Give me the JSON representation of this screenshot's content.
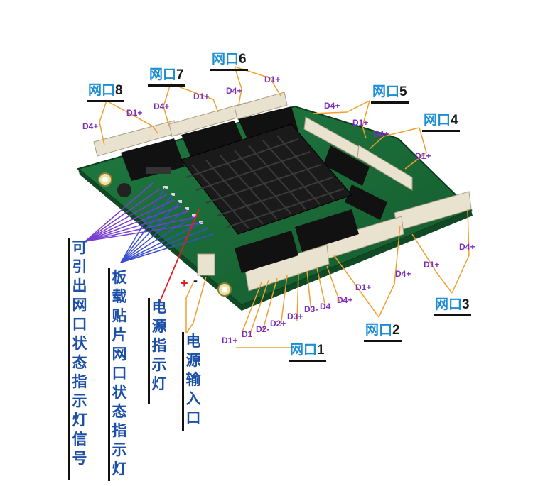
{
  "ports": [
    {
      "id": "p8",
      "text": "网口8"
    },
    {
      "id": "p7",
      "text": "网口7"
    },
    {
      "id": "p6",
      "text": "网口6"
    },
    {
      "id": "p5",
      "text": "网口5"
    },
    {
      "id": "p4",
      "text": "网口4"
    },
    {
      "id": "p3",
      "text": "网口3"
    },
    {
      "id": "p2",
      "text": "网口2"
    },
    {
      "id": "p1",
      "text": "网口1"
    }
  ],
  "pins": {
    "d4p": "D4+",
    "d1p": "D1+",
    "d1": "D1",
    "d2m": "D2-",
    "d2p": "D2+",
    "d3p": "D3+",
    "d3m": "D3-",
    "d4": "D4"
  },
  "labels": {
    "led_signal": "可引出网口状态指示灯信号",
    "onboard_led": "板载贴片网口状态指示灯",
    "power_led": "电源指示灯",
    "power_input": "电源输入口",
    "plus": "+",
    "minus": "-"
  },
  "colors": {
    "port_label": "#1b8fd4",
    "pin_label": "#7a2fc0",
    "vertical_text": "#1b4fa8",
    "led_signal_lines": "#7a3fd0",
    "onboard_led_lines": "#3a4fd0",
    "power_line": "#e02020",
    "power_polarity": "#e02020",
    "callout_line": "#f0a030",
    "pcb": "#1e6b3a",
    "heatsink": "#1a1a1a",
    "connector": "#e9e2cf"
  }
}
